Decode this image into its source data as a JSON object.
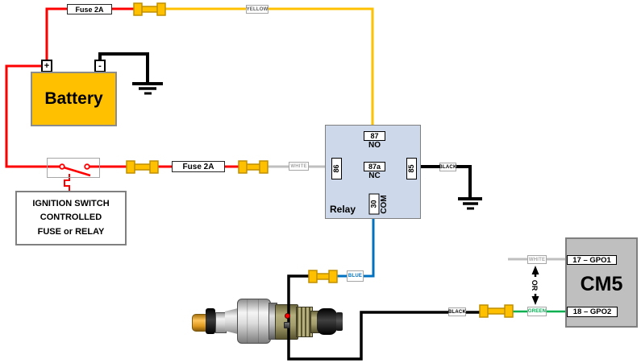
{
  "diagram": {
    "battery": {
      "label": "Battery",
      "plus": "+",
      "minus": "-"
    },
    "fuse_top_label": "Fuse 2A",
    "fuse_mid_label": "Fuse 2A",
    "ignition_box": {
      "line1": "IGNITION SWITCH",
      "line2": "CONTROLLED",
      "line3": "FUSE or RELAY"
    },
    "relay": {
      "title": "Relay",
      "pin87": "87",
      "pin87_sub": "NO",
      "pin86": "86",
      "pin87a": "87a",
      "pin87a_sub": "NC",
      "pin85": "85",
      "pin30": "30",
      "pin30_sub": "COM"
    },
    "wire_tags": {
      "yellow": "YELLOW",
      "white_relay": "WHITE",
      "black_relay": "BLACK",
      "blue": "BLUE",
      "black_injector": "BLACK",
      "green": "GREEN",
      "white_cm5": "WHITE"
    },
    "or_label": "OR",
    "cm5": {
      "title": "CM5",
      "gpo1": "17 – GPO1",
      "gpo2": "18 – GPO2"
    }
  },
  "colors": {
    "red": "#FF0000",
    "yellow": "#FFC000",
    "gold": "#FFC000",
    "fuse_border": "#BF8F00",
    "relay": "#CDD9EA",
    "cm5": "#BFBFBF",
    "white_wire": "#BFBFBF",
    "blue": "#0070C0",
    "green": "#00B050",
    "black": "#000000"
  }
}
